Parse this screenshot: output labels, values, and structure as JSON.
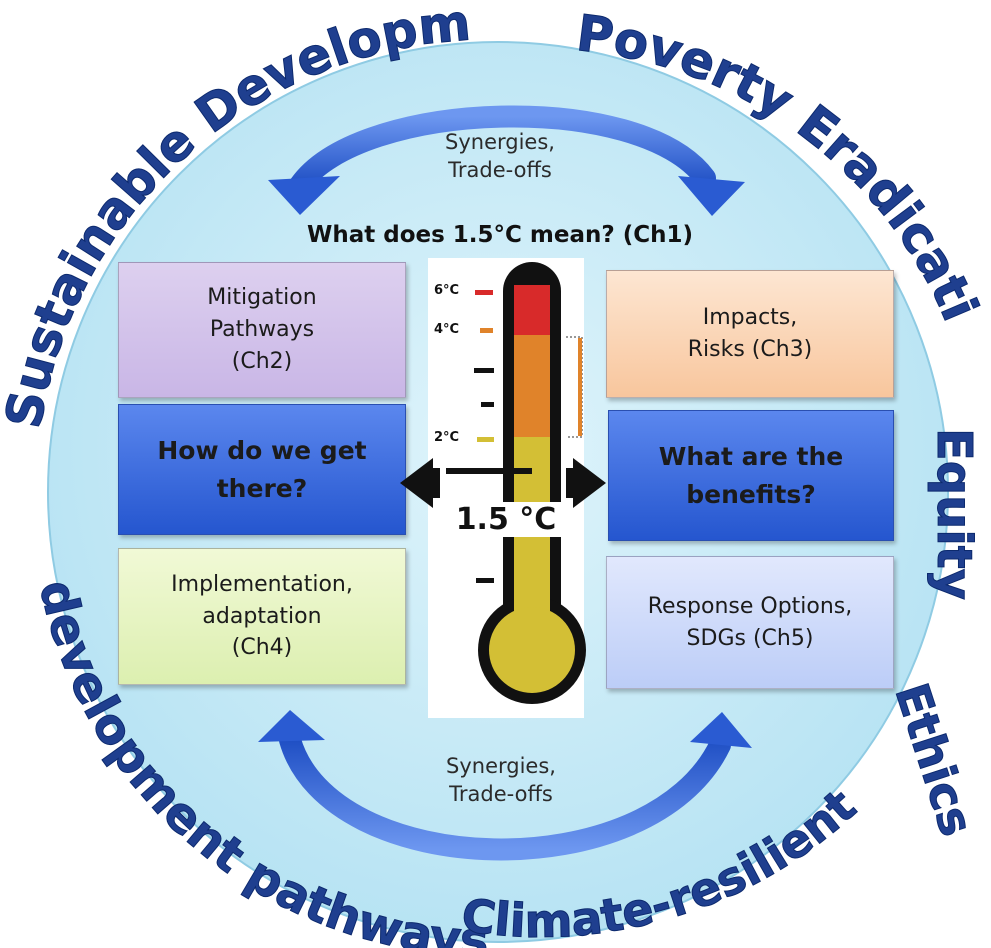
{
  "outer_ring": {
    "left_top": "Sustainable Development",
    "right_top": "Poverty Eradication",
    "right": "Equity",
    "right_bottom": "Ethics",
    "bottom_right": "Climate-resilient",
    "bottom": "development pathways"
  },
  "center_title": "What does 1.5°C mean? (Ch1)",
  "synergies_top": "Synergies,\nTrade-offs",
  "synergies_bottom": "Synergies,\nTrade-offs",
  "boxes": {
    "mitigation": "Mitigation\nPathways\n(Ch2)",
    "impacts": "Impacts,\nRisks (Ch3)",
    "how": "How do we get\nthere?",
    "benefits": "What are the\nbenefits?",
    "implementation": "Implementation,\nadaptation\n(Ch4)",
    "response": "Response Options,\nSDGs (Ch5)"
  },
  "thermometer": {
    "label": "1.5 °C",
    "ticks": [
      "6°C",
      "4°C",
      "2°C"
    ],
    "band_colors": {
      "hot": "#d82a2a",
      "warm": "#e0832a",
      "mild": "#d3bf35"
    }
  },
  "colors": {
    "circle": "#c8ecf8",
    "ring_text": "#1f3f8f",
    "arrow": "#2e63d8"
  }
}
